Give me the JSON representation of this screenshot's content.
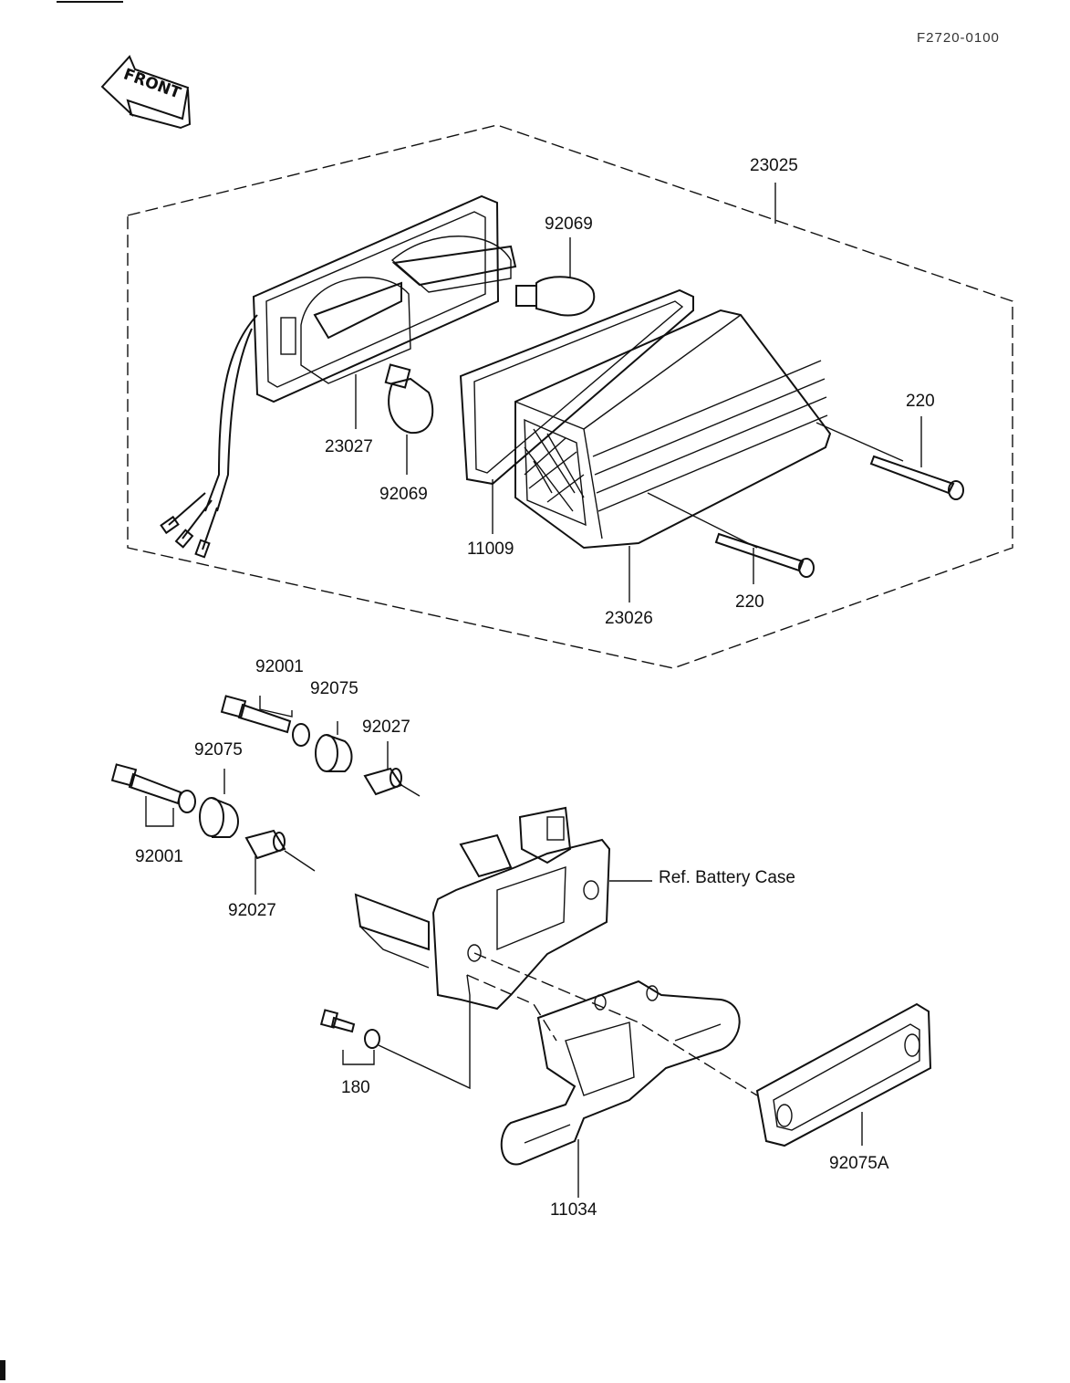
{
  "figure_code": "F2720-0100",
  "front_arrow": "FRONT",
  "labels": {
    "p23025": "23025",
    "p92069_top": "92069",
    "p92069_bottom": "92069",
    "p23027": "23027",
    "p11009": "11009",
    "p23026": "23026",
    "p220_top": "220",
    "p220_bottom": "220",
    "p92001_top": "92001",
    "p92075_top": "92075",
    "p92027_top": "92027",
    "p92075_left": "92075",
    "p92001_left": "92001",
    "p92027_left": "92027",
    "ref_battery_case": "Ref.  Battery Case",
    "p180": "180",
    "p11034": "11034",
    "p92075A": "92075A"
  },
  "icons": {
    "front": "front-arrow-icon",
    "tail_lamp": "tail-lamp-assembly-icon",
    "bracket": "license-bracket-icon",
    "lens": "license-lens-icon"
  }
}
